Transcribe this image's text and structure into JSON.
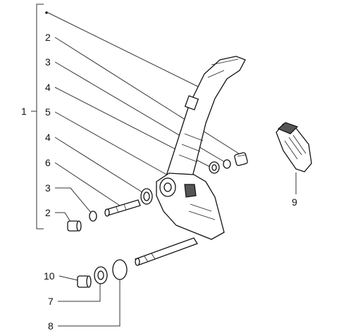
{
  "callouts": {
    "group_bracket": "1",
    "bracket_items": [
      "2",
      "3",
      "4",
      "5",
      "4",
      "6",
      "3",
      "2"
    ],
    "bottom_items": [
      "10",
      "7",
      "8"
    ],
    "right_item": "9"
  },
  "colors": {
    "line": "#333333",
    "fill_dark": "#555555",
    "background": "#ffffff"
  }
}
